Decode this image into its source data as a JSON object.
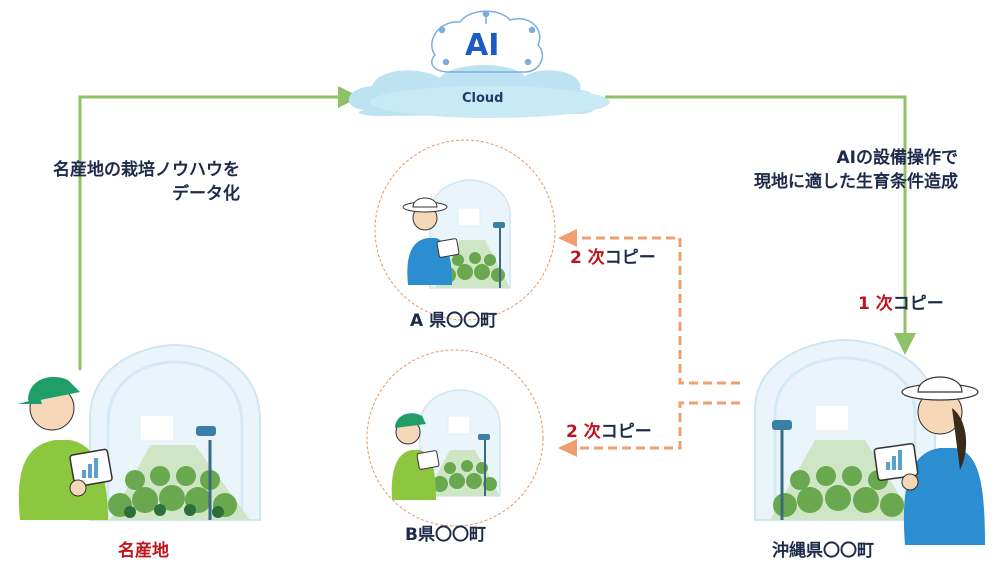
{
  "cloud": {
    "logo_text": "AI",
    "label": "Cloud"
  },
  "left_annotation": {
    "line1": "名産地の栽培ノウハウを",
    "line2": "データ化"
  },
  "right_annotation": {
    "line1": "AIの設備操作で",
    "line2": "現地に適した生育条件造成"
  },
  "first_copy": {
    "number": "1",
    "kanji": "次",
    "label": "コピー"
  },
  "second_copy_a": {
    "number": "2",
    "kanji": "次",
    "label": "コピー"
  },
  "second_copy_b": {
    "number": "2",
    "kanji": "次",
    "label": "コピー"
  },
  "sites": {
    "origin": "名産地",
    "okinawa": "沖縄県〇〇町",
    "a_pref": "A 県〇〇町",
    "b_pref": "B県〇〇町"
  },
  "colors": {
    "green_arrow": "#8dc267",
    "orange_dashed": "#f0a070",
    "red_text": "#c0141c",
    "navy_text": "#1d2a4a",
    "cloud_blue": "#bde3f2",
    "ai_blue": "#1a5bc4"
  }
}
